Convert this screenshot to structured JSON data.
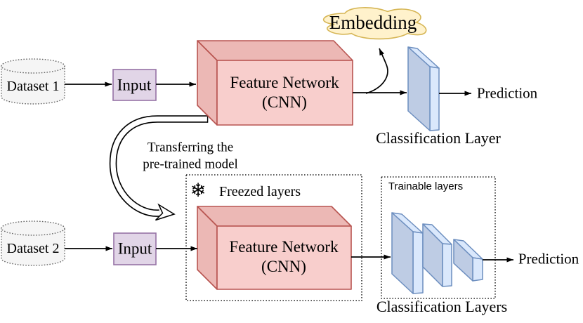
{
  "colors": {
    "red_fill": "#F8CECC",
    "red_shade": "#ECB8B5",
    "red_stroke": "#B85450",
    "purple_fill": "#E1D5E7",
    "purple_stroke": "#9673A6",
    "blue_fill": "#DAE8FC",
    "blue_shade": "#BECCE4",
    "blue_stroke": "#6C8EBF",
    "yellow_fill": "#FFF2CC",
    "yellow_stroke": "#D6B656",
    "gray_fill": "#F5F5F5",
    "gray_stroke": "#666666",
    "line": "#000000"
  },
  "top_row": {
    "dataset": "Dataset 1",
    "input": "Input",
    "feature_line1": "Feature Network",
    "feature_line2": "(CNN)",
    "embedding": "Embedding",
    "classification": "Classification Layer",
    "prediction": "Prediction"
  },
  "transfer": {
    "line1": "Transferring the",
    "line2": "pre-trained model"
  },
  "bottom_row": {
    "dataset": "Dataset 2",
    "input": "Input",
    "feature_line1": "Feature Network",
    "feature_line2": "(CNN)",
    "snowflake_icon": "❄",
    "frozen_label": "Freezed layers",
    "trainable_label": "Trainable layers",
    "classification": "Classification Layers",
    "prediction": "Prediction"
  }
}
